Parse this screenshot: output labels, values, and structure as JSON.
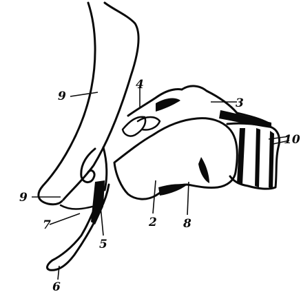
{
  "figure": {
    "callouts": [
      {
        "key": "upper-left",
        "text": "9"
      },
      {
        "key": "top",
        "text": "4"
      },
      {
        "key": "top-right",
        "text": "3"
      },
      {
        "key": "right",
        "text": "10"
      },
      {
        "key": "left",
        "text": "9"
      },
      {
        "key": "lower-left",
        "text": "7"
      },
      {
        "key": "tip",
        "text": "6"
      },
      {
        "key": "bottom-a",
        "text": "5"
      },
      {
        "key": "bottom-b",
        "text": "2"
      },
      {
        "key": "bottom-c",
        "text": "8"
      }
    ]
  }
}
